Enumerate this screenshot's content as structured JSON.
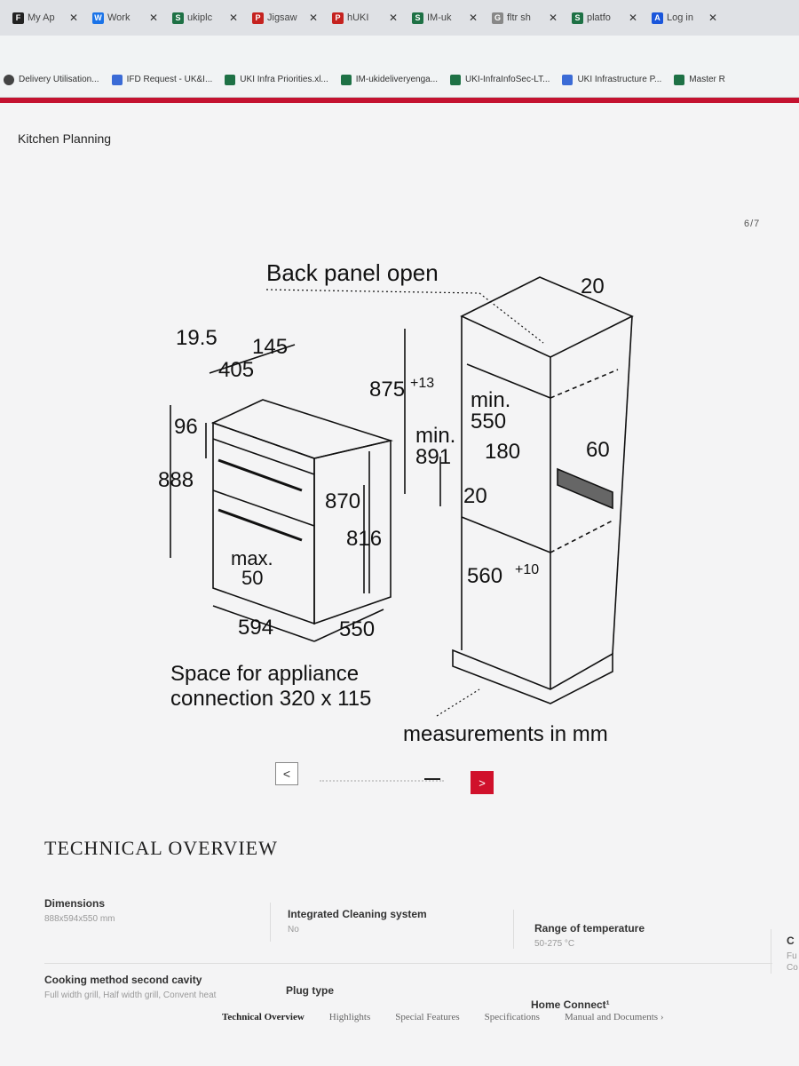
{
  "tabs": [
    {
      "label": "My Ap",
      "color": "#222222"
    },
    {
      "label": "Work",
      "color": "#1a73e8"
    },
    {
      "label": "ukiplc",
      "color": "#1e7145"
    },
    {
      "label": "Jigsaw",
      "color": "#c5221f"
    },
    {
      "label": "hUKI",
      "color": "#c5221f"
    },
    {
      "label": "IM-uk",
      "color": "#1e7145"
    },
    {
      "label": "fltr sh",
      "color": "#888888"
    },
    {
      "label": "platfo",
      "color": "#1e7145"
    },
    {
      "label": "Log in",
      "color": "#1a56db"
    }
  ],
  "bookmarks": [
    {
      "label": "Delivery Utilisation...",
      "color": "#444444"
    },
    {
      "label": "IFD Request - UK&I...",
      "color": "#3b6bd6"
    },
    {
      "label": "UKI Infra Priorities.xl...",
      "color": "#1e7145"
    },
    {
      "label": "IM-ukideliveryenga...",
      "color": "#1e7145"
    },
    {
      "label": "UKI-InfraInfoSec-LT...",
      "color": "#1e7145"
    },
    {
      "label": "UKI Infrastructure P...",
      "color": "#3b6bd6"
    },
    {
      "label": "Master R",
      "color": "#1e7145"
    }
  ],
  "page": {
    "title": "Kitchen Planning",
    "counter": "6/7"
  },
  "diagram": {
    "back_panel": "Back panel open",
    "dims": {
      "d19_5": "19.5",
      "d145": "145",
      "d405": "405",
      "d96": "96",
      "d888": "888",
      "d870": "870",
      "d816": "816",
      "dmax": "max.",
      "d50": "50",
      "d594": "594",
      "d550": "550",
      "d875": "875",
      "d875sup": "+13",
      "dmin1": "min.",
      "d550b": "550",
      "dmin2": "min.",
      "d891": "891",
      "d180": "180",
      "d20top": "20",
      "d60": "60",
      "d20b": "20",
      "d560": "560",
      "d560sup": "+10"
    },
    "space_line1": "Space for appliance",
    "space_line2": "connection 320 x 115",
    "measurements": "measurements in mm"
  },
  "carousel": {
    "prev": "<",
    "next": ">"
  },
  "tech": {
    "title": "TECHNICAL OVERVIEW",
    "specs": [
      {
        "label": "Dimensions",
        "value": "888x594x550 mm"
      },
      {
        "label": "Integrated Cleaning system",
        "value": "No"
      },
      {
        "label": "Range of temperature",
        "value": "50-275 °C"
      },
      {
        "label": "C",
        "value": "Fu Co"
      },
      {
        "label": "Cooking method second cavity",
        "value": "Full width grill, Half width grill, Convent heat"
      },
      {
        "label": "Plug type",
        "value": ""
      },
      {
        "label": "Home Connect¹",
        "value": ""
      }
    ]
  },
  "subnav": {
    "items": [
      "Technical Overview",
      "Highlights",
      "Special Features",
      "Specifications",
      "Manual and Documents"
    ],
    "arrow": "›"
  }
}
